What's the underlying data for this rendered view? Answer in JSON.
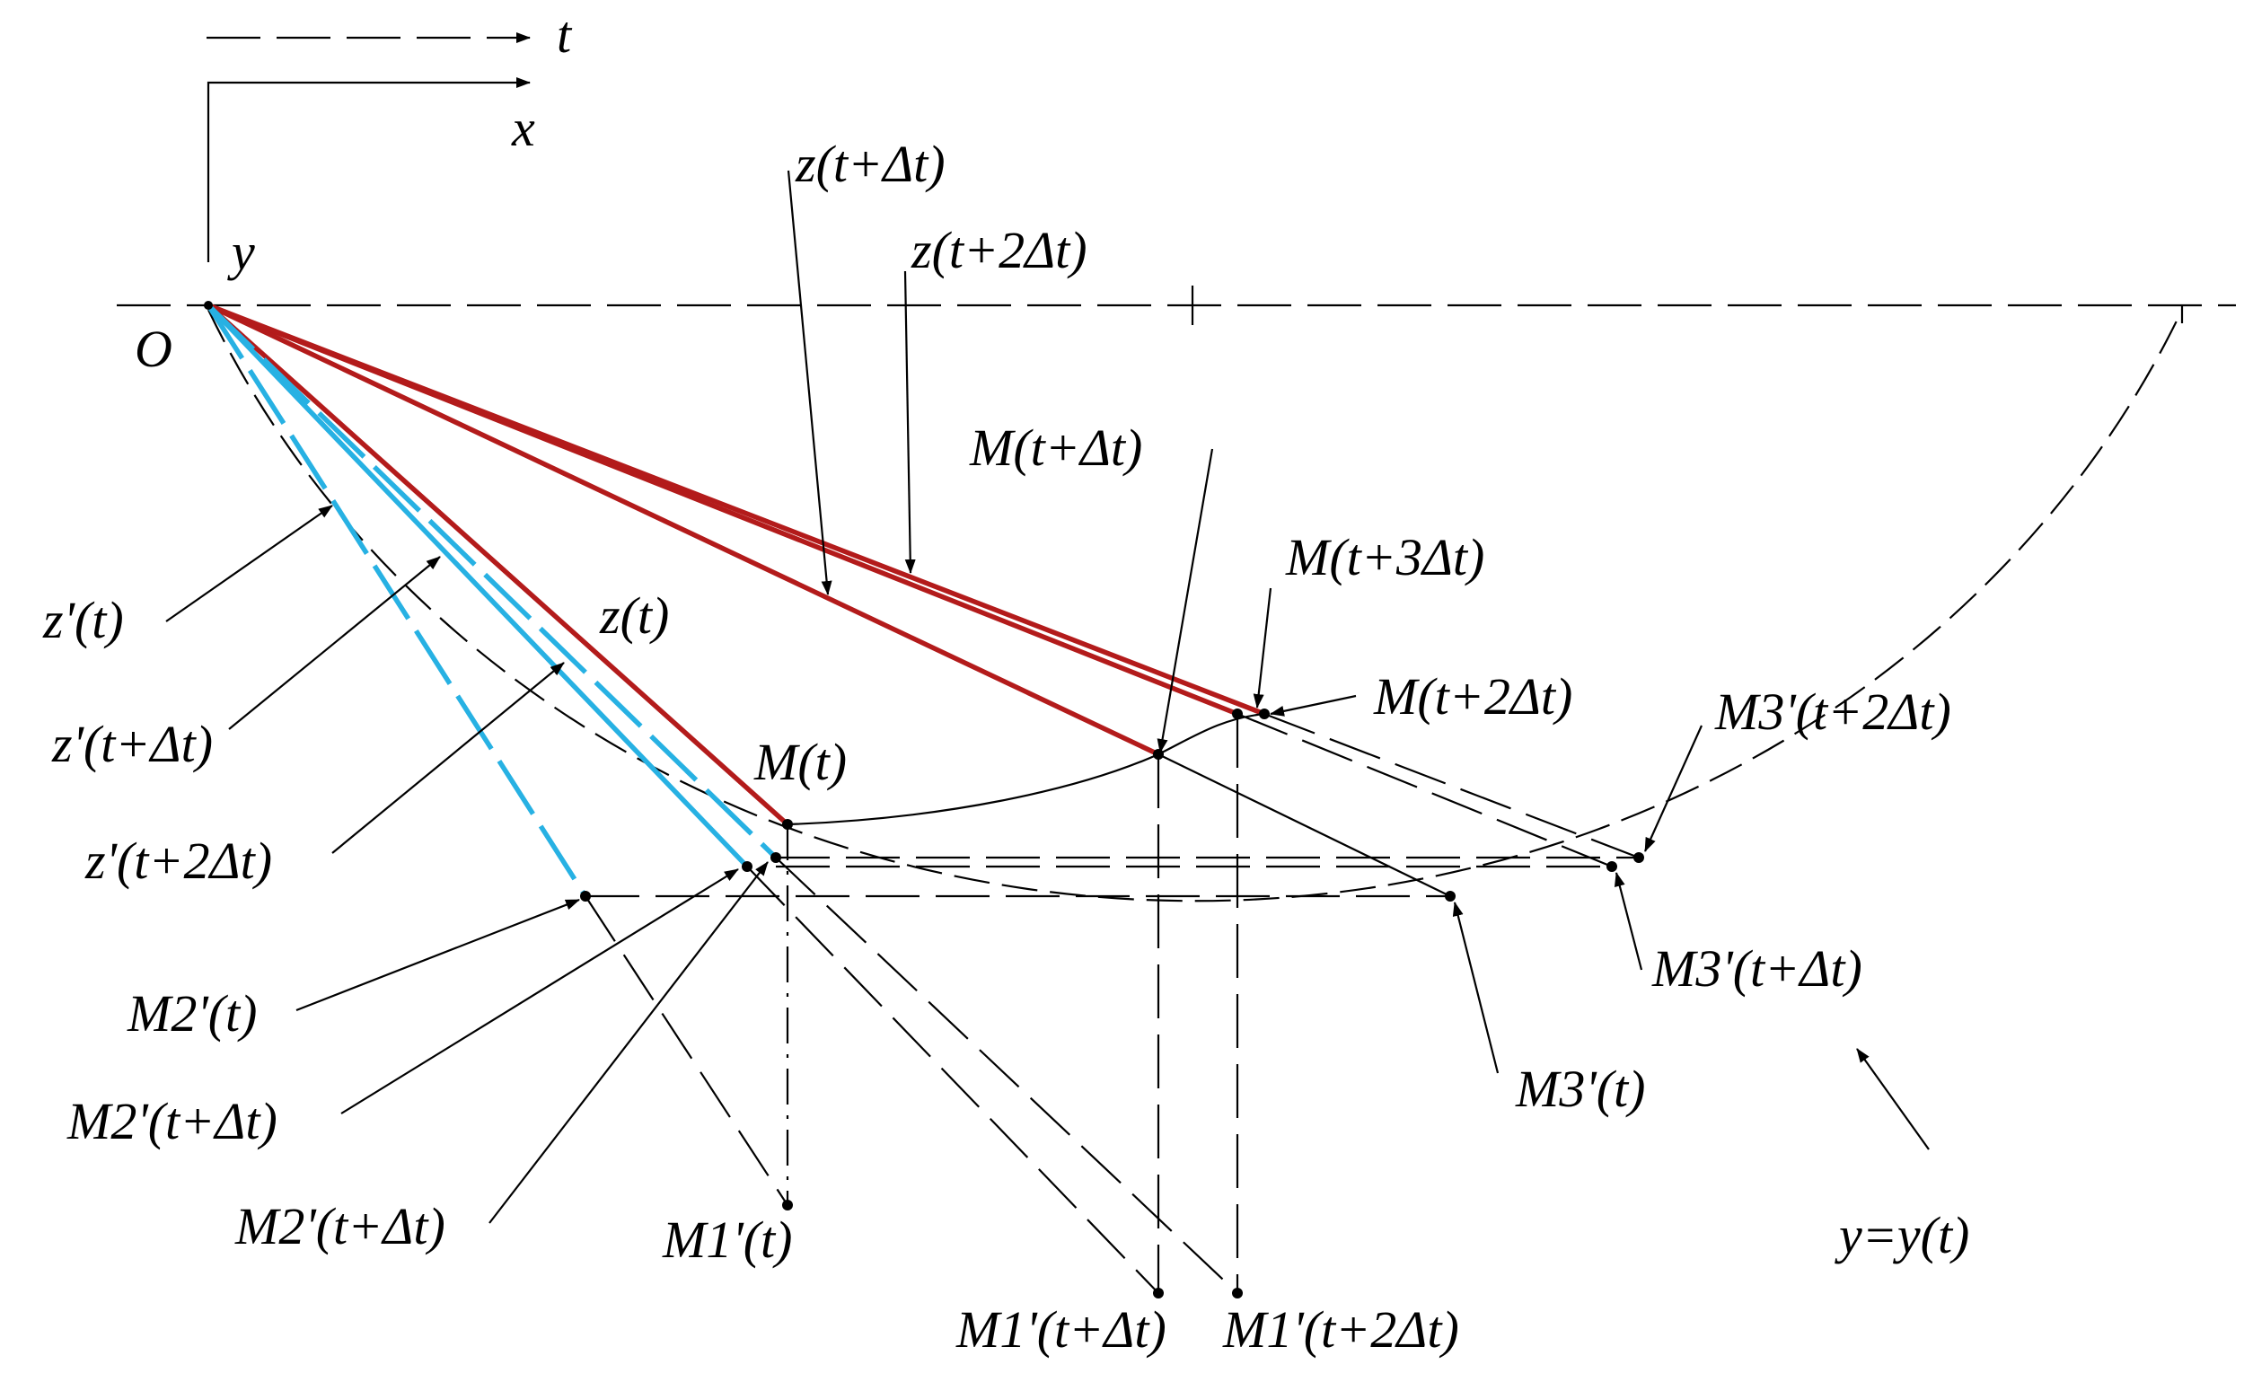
{
  "axes": {
    "t": "t",
    "x": "x",
    "y": "y",
    "origin": "O"
  },
  "labels": {
    "z_t": "z(t)",
    "z_t_dt": "z(t+Δt)",
    "z_t_2dt": "z(t+2Δt)",
    "zp_t": "z'(t)",
    "zp_t_dt": "z'(t+Δt)",
    "zp_t_2dt": "z'(t+2Δt)",
    "M_t": "M(t)",
    "M_t_dt": "M(t+Δt)",
    "M_t_2dt": "M(t+2Δt)",
    "M_t_3dt": "M(t+3Δt)",
    "M3_t": "M3'(t)",
    "M3_t_dt": "M3'(t+Δt)",
    "M3_t_2dt": "M3'(t+2Δt)",
    "M2_t": "M2'(t)",
    "M2_t_dt_a": "M2'(t+Δt)",
    "M2_t_dt_b": "M2'(t+Δt)",
    "M1_t": "M1'(t)",
    "M1_t_dt": "M1'(t+Δt)",
    "M1_t_2dt": "M1'(t+2Δt)",
    "curve": "y=y(t)"
  },
  "colors": {
    "red": "#b31b1b",
    "cyan": "#27b1e3",
    "ink": "#000000"
  }
}
